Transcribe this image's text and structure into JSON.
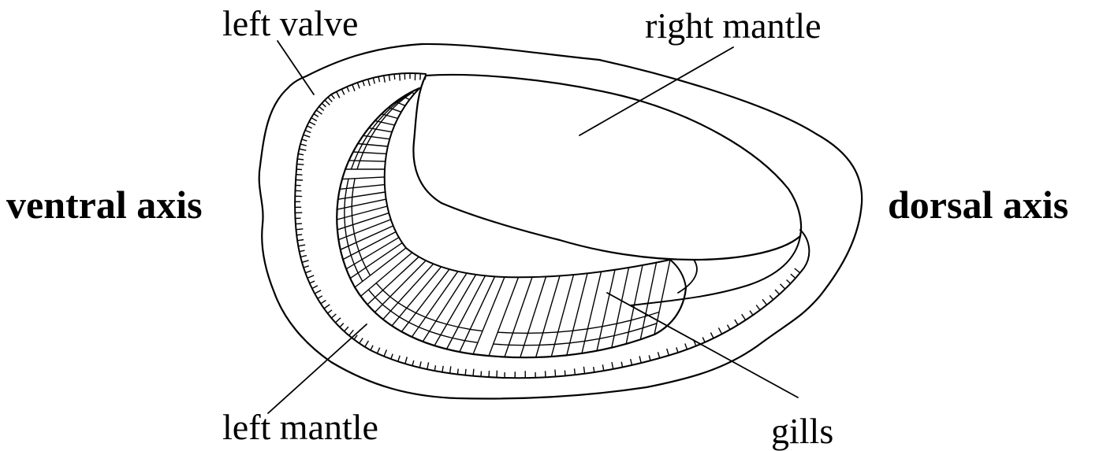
{
  "labels": {
    "left_valve": "left valve",
    "right_mantle": "right mantle",
    "ventral_axis": "ventral axis",
    "dorsal_axis": "dorsal axis",
    "left_mantle": "left mantle",
    "gills": "gills"
  }
}
